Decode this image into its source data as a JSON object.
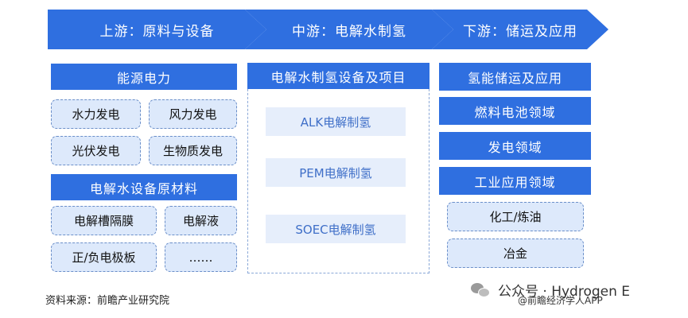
{
  "banner": {
    "upstream": "上游：原料与设备",
    "midstream": "中游：电解水制氢",
    "downstream": "下游：储运及应用"
  },
  "upstream": {
    "energy_header": "能源电力",
    "energy_items": [
      "水力发电",
      "风力发电",
      "光伏发电",
      "生物质发电"
    ],
    "materials_header": "电解水设备原材料",
    "materials_items": [
      "电解槽隔膜",
      "电解液",
      "正/负电极板",
      "……"
    ]
  },
  "midstream": {
    "header": "电解水制氢设备及项目",
    "items": [
      "ALK电解制氢",
      "PEM电解制氢",
      "SOEC电解制氢"
    ]
  },
  "downstream": {
    "solid_items": [
      "氢能储运及应用",
      "燃料电池领域",
      "发电领域",
      "工业应用领域"
    ],
    "sub_items": [
      "化工/炼油",
      "冶金"
    ]
  },
  "footer": {
    "source": "资料来源：前瞻产业研究院",
    "wechat_label": "公众号 · Hydrogen E",
    "attribution": "@前瞻经济学人APP"
  },
  "colors": {
    "primary_blue": "#2f6fe0",
    "light_blue_fill": "#dde9fb",
    "dash_border": "#6b8fc9",
    "mid_text": "#3f6fc8"
  }
}
